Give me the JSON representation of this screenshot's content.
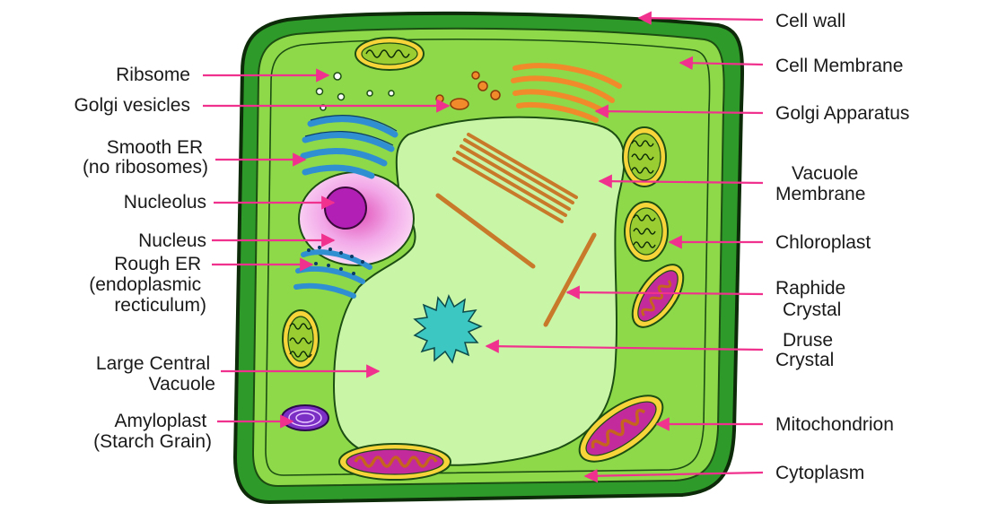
{
  "left_labels": [
    {
      "key": "ribosome",
      "lines": [
        "Ribsome"
      ]
    },
    {
      "key": "golgi-vesicles",
      "lines": [
        "Golgi vesicles"
      ]
    },
    {
      "key": "smooth-er",
      "lines": [
        "Smooth ER",
        "(no ribosomes)"
      ]
    },
    {
      "key": "nucleolus",
      "lines": [
        "Nucleolus"
      ]
    },
    {
      "key": "nucleus",
      "lines": [
        "Nucleus"
      ]
    },
    {
      "key": "rough-er",
      "lines": [
        "Rough ER",
        "(endoplasmic",
        "recticulum)"
      ]
    },
    {
      "key": "large-central-vacuole",
      "lines": [
        "Large Central",
        "Vacuole"
      ]
    },
    {
      "key": "amyloplast",
      "lines": [
        "Amyloplast",
        "(Starch Grain)"
      ]
    }
  ],
  "right_labels": [
    {
      "key": "cell-wall",
      "lines": [
        "Cell wall"
      ]
    },
    {
      "key": "cell-membrane",
      "lines": [
        "Cell Membrane"
      ]
    },
    {
      "key": "golgi-apparatus",
      "lines": [
        "Golgi Apparatus"
      ]
    },
    {
      "key": "vacuole-membrane",
      "lines": [
        "Vacuole",
        "Membrane"
      ]
    },
    {
      "key": "chloroplast",
      "lines": [
        "Chloroplast"
      ]
    },
    {
      "key": "raphide-crystal",
      "lines": [
        "Raphide",
        "Crystal"
      ]
    },
    {
      "key": "druse-crystal",
      "lines": [
        "Druse",
        "Crystal"
      ]
    },
    {
      "key": "mitochondrion",
      "lines": [
        "Mitochondrion"
      ]
    },
    {
      "key": "cytoplasm",
      "lines": [
        "Cytoplasm"
      ]
    }
  ],
  "colors": {
    "cell_wall": "#2e9a2a",
    "cytoplasm": "#8ed94a",
    "membrane_line": "#1c4d12",
    "vacuole": "#c9f5a6",
    "nucleus": "#f0a3e6",
    "nucleolus": "#b21fb4",
    "pointer": "#f0318d",
    "golgi": "#f08a2a",
    "er": "#2f8fd0",
    "chloroplast": "#9acd32",
    "mitochondrion": "#c32a9b",
    "amyloplast": "#7b2fc4",
    "druse": "#3cc7c3",
    "raphide": "#c87a2a"
  }
}
